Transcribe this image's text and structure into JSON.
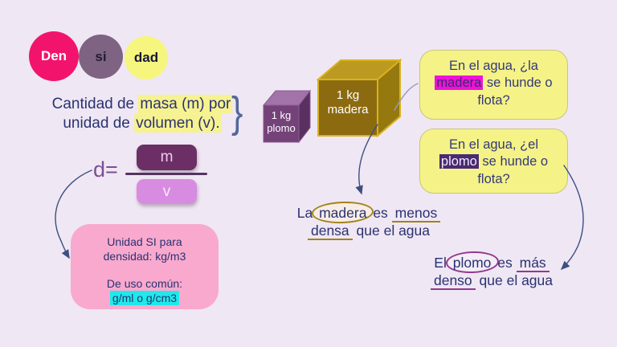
{
  "slide": {
    "title_circles": [
      {
        "label": "Den"
      },
      {
        "label": "si"
      },
      {
        "label": "dad"
      }
    ],
    "definition": {
      "text1": "Cantidad de ",
      "highlight1": "masa (m) por",
      "text2": "unidad de ",
      "highlight2": "volumen (v).",
      "brace": "}"
    },
    "formula": {
      "lhs": "d=",
      "numerator": "m",
      "denominator": "v"
    },
    "si_unit_box": {
      "line1": "Unidad SI para",
      "line2": "densidad: kg/m3",
      "line3": "De uso común:",
      "highlight": "g/ml o g/cm3"
    },
    "cubes": {
      "plomo": {
        "mass": "1 kg",
        "material": "plomo"
      },
      "madera": {
        "mass": "1 kg",
        "material": "madera"
      }
    },
    "questions": [
      {
        "line1": "En el agua, ¿la",
        "highlight": "madera",
        "line2_rest": " se hunde o",
        "line3": "flota?"
      },
      {
        "line1": "En el agua, ¿el",
        "highlight": "plomo",
        "line2_rest": " se hunde o",
        "line3": "flota?"
      }
    ],
    "conclusions": {
      "madera": {
        "pre": "La ",
        "circled": "madera",
        "mid": " es ",
        "u1": "menos",
        "u2": "densa",
        "post": " que el agua"
      },
      "plomo": {
        "pre": "El ",
        "circled": "plomo",
        "mid": " es ",
        "u1": "más",
        "u2": "denso",
        "post": " que el agua"
      }
    },
    "accent_colors": {
      "background": "#EFE7F3",
      "circle_den": "#F2146C",
      "circle_si": "#7E6382",
      "circle_dad": "#F6F67E",
      "text_navy": "#2A3272",
      "yellow_highlight": "#F6F290",
      "magenta_highlight": "#ED12D8",
      "purple_highlight": "#4A2A72",
      "cyan_highlight": "#1FE9EA",
      "pink_box": "#F8A9CD",
      "yellow_box": "#F5F287",
      "numerator_box": "#6B2F66",
      "denominator_box": "#D88CE1",
      "madera_cube_front": "#8C6B10",
      "madera_cube_top": "#BC9A22",
      "madera_cube_side": "#96790E",
      "plomo_cube_front": "#744279",
      "plomo_cube_top": "#A273A8",
      "plomo_cube_side": "#5A2F61",
      "gold_annotation": "#A3831B",
      "purple_annotation": "#94398F",
      "arrow": "#3D4F80"
    }
  }
}
